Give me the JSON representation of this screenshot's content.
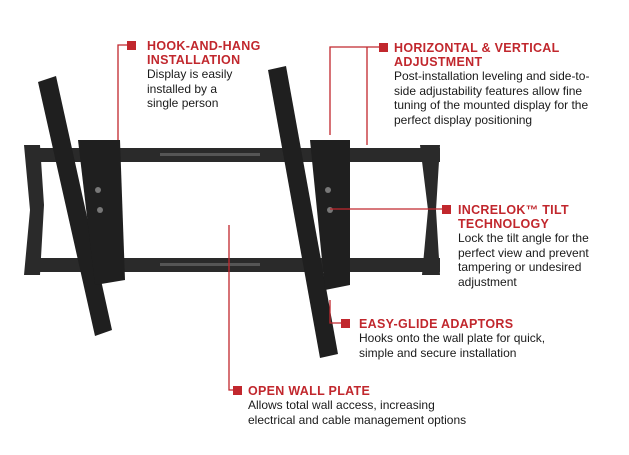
{
  "accent_color": "#c1272d",
  "callouts": {
    "hook": {
      "title": "HOOK-AND-HANG INSTALLATION",
      "desc": "Display is easily installed by a single person"
    },
    "adjust": {
      "title": "HORIZONTAL & VERTICAL ADJUSTMENT",
      "desc": "Post-installation leveling and side-to-side adjustability features allow fine tuning of the mounted display for the perfect display positioning"
    },
    "increlok": {
      "title": "INCRELOK™ TILT TECHNOLOGY",
      "desc": "Lock the tilt angle for the perfect view and prevent tampering or undesired adjustment"
    },
    "glide": {
      "title": "EASY-GLIDE ADAPTORS",
      "desc": "Hooks onto the wall plate for quick, simple and secure installation"
    },
    "wall": {
      "title": "OPEN WALL PLATE",
      "desc": "Allows total wall access, increasing electrical and cable management options"
    }
  }
}
